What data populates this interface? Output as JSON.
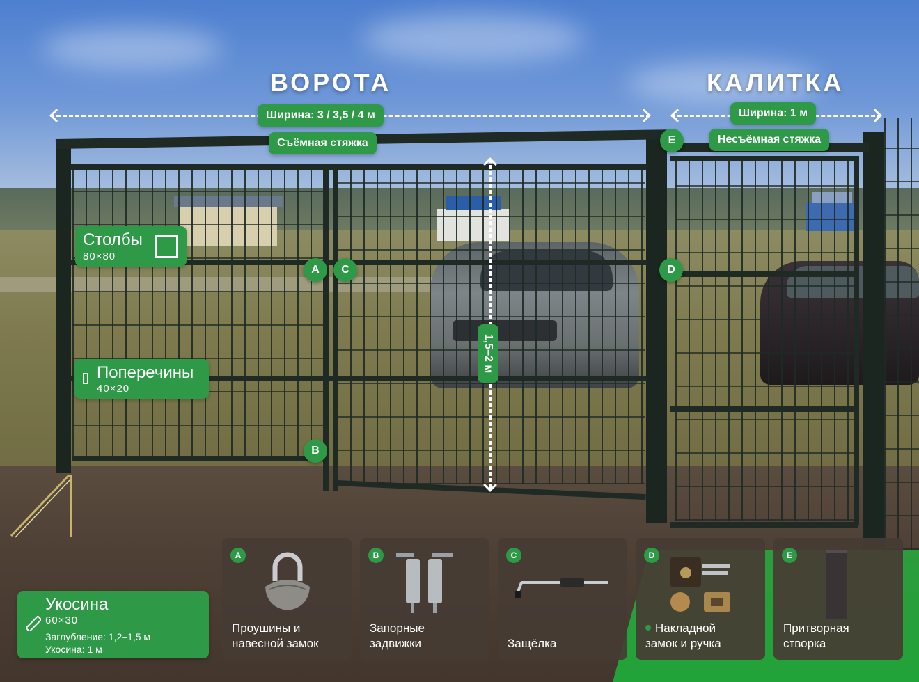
{
  "header": {
    "gate_title": "ВОРОТА",
    "wicket_title": "КАЛИТКА"
  },
  "gate": {
    "width_label": "Ширина: 3 / 3,5 / 4 м",
    "tie_label": "Съёмная стяжка",
    "height_label": "1,5–2 м"
  },
  "wicket": {
    "width_label": "Ширина: 1 м",
    "tie_label": "Несъёмная стяжка"
  },
  "markers": {
    "a": "A",
    "b": "B",
    "c": "C",
    "d": "D",
    "e": "E"
  },
  "specs": {
    "posts": {
      "title": "Столбы",
      "size": "80×80",
      "icon": "square-profile-icon"
    },
    "crossbars": {
      "title": "Поперечины",
      "size": "40×20",
      "icon": "rect-profile-icon"
    },
    "brace": {
      "title": "Укосина",
      "size": "60×30",
      "depth": "Заглубление: 1,2–1,5 м",
      "length": "Укосина: 1 м",
      "icon": "diagonal-brace-icon"
    }
  },
  "components": [
    {
      "letter": "A",
      "line1": "Проушины и",
      "line2": "навесной замок",
      "icon": "padlock-icon"
    },
    {
      "letter": "B",
      "line1": "Запорные",
      "line2": "задвижки",
      "icon": "bolt-latch-icon"
    },
    {
      "letter": "C",
      "line1": "Защёлка",
      "line2": "",
      "icon": "latch-icon"
    },
    {
      "letter": "D",
      "line1": "Накладной",
      "line2": "замок и ручка",
      "icon": "rim-lock-icon"
    },
    {
      "letter": "E",
      "line1": "Притворная",
      "line2": "створка",
      "icon": "strike-plate-icon"
    }
  ],
  "colors": {
    "accent_green": "#2e9a47",
    "card_bg": "#463c34",
    "text": "#ffffff"
  }
}
